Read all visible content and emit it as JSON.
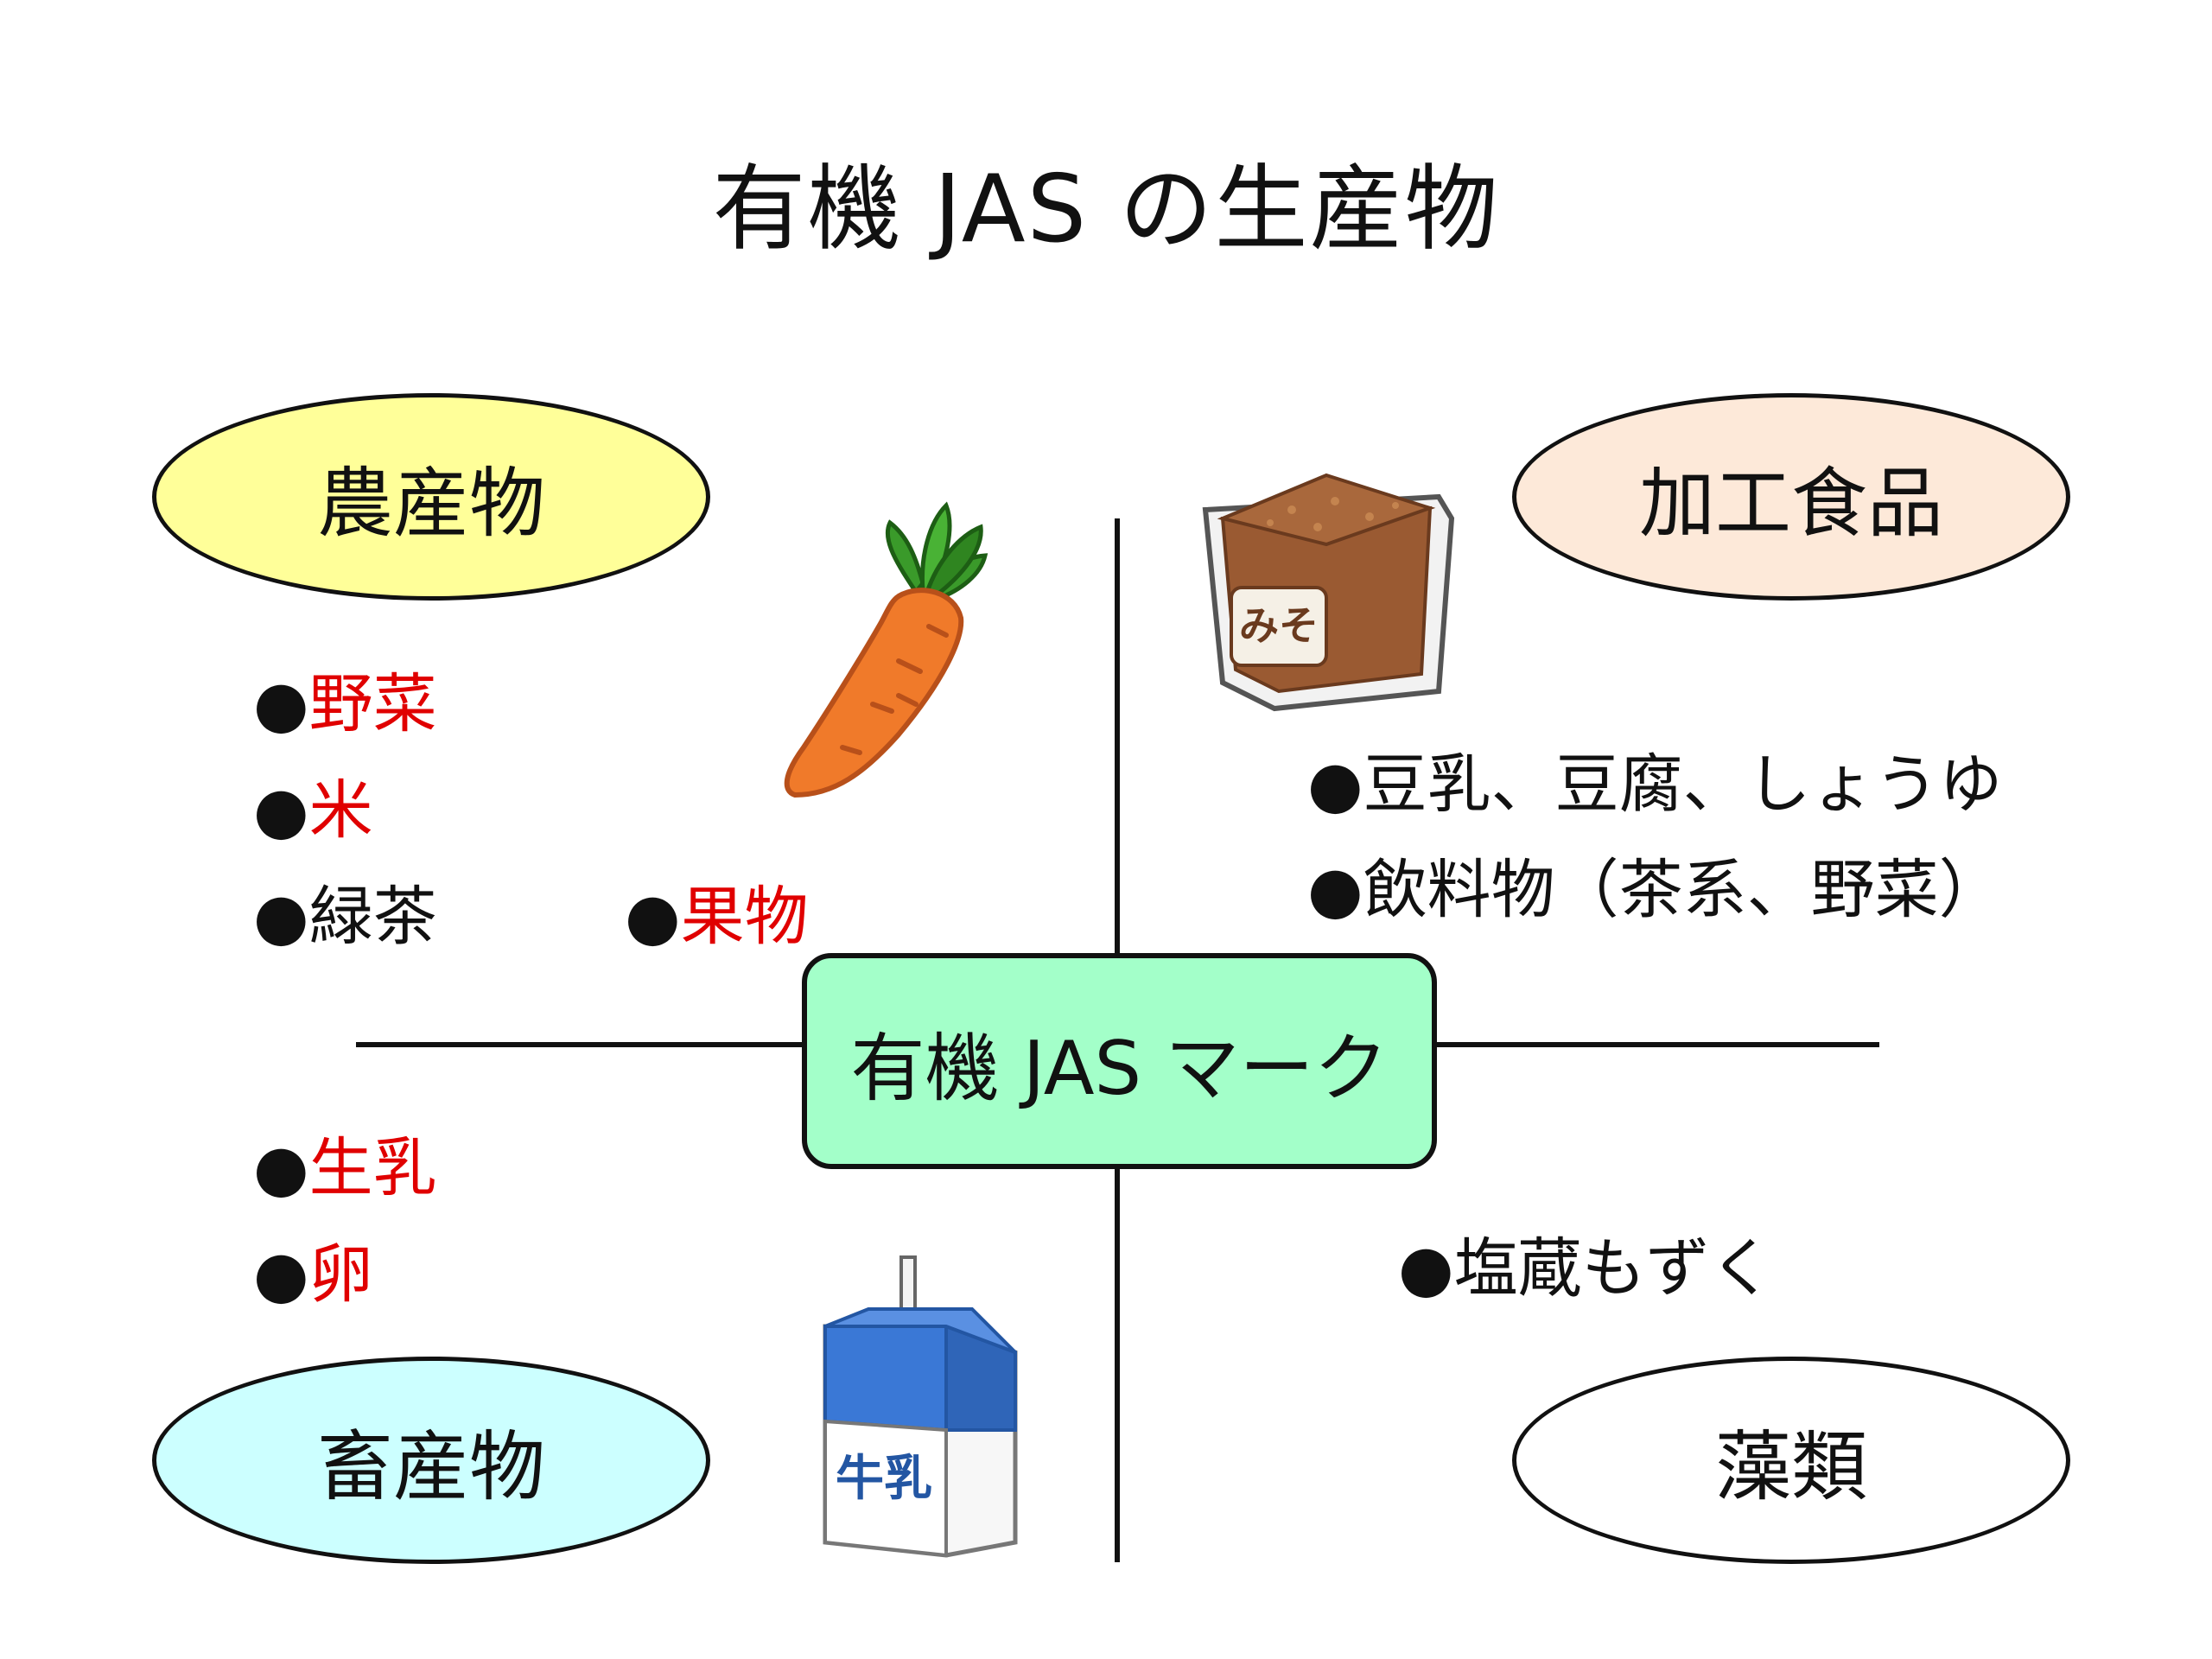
{
  "title": "有機 JAS の生産物",
  "center": {
    "label": "有機 JAS マーク"
  },
  "bullet": "●",
  "quadrants": {
    "top_left": {
      "label": "農産物",
      "fill": "#ffff99",
      "items": [
        {
          "text": "野菜",
          "color": "#e00000"
        },
        {
          "text": "米",
          "color": "#e00000"
        },
        {
          "text": "緑茶",
          "color": "#111111"
        },
        {
          "text": "果物",
          "color": "#e00000"
        }
      ],
      "illustration": "carrot-icon"
    },
    "top_right": {
      "label": "加工食品",
      "fill": "#fde9d9",
      "items": [
        {
          "text": "豆乳、豆腐、しょうゆ",
          "color": "#111111"
        },
        {
          "text": "飲料物（茶系、野菜）",
          "color": "#111111"
        }
      ],
      "illustration": "miso-container-icon",
      "illustration_label": "みそ"
    },
    "bottom_left": {
      "label": "畜産物",
      "fill": "#ccffff",
      "items": [
        {
          "text": "生乳",
          "color": "#e00000"
        },
        {
          "text": "卵",
          "color": "#e00000"
        }
      ],
      "illustration": "milk-carton-icon",
      "illustration_label": "牛乳"
    },
    "bottom_right": {
      "label": "藻類",
      "fill": "#ffffff",
      "items": [
        {
          "text": "塩蔵もずく",
          "color": "#111111"
        }
      ]
    }
  }
}
